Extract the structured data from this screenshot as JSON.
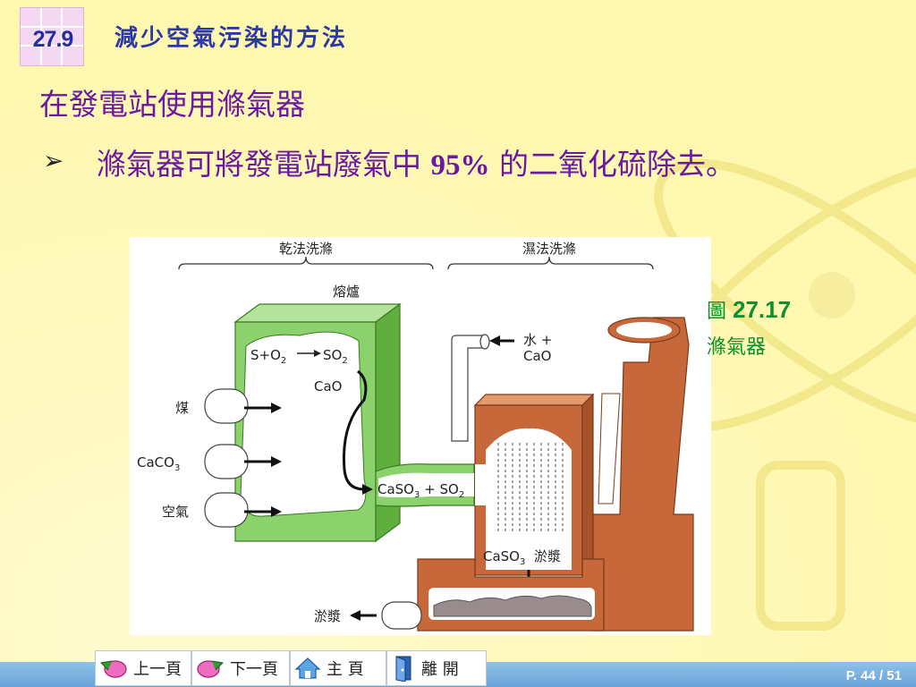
{
  "slide": {
    "section_number": "27.9",
    "section_title": "減少空氣污染的方法",
    "heading": "在發電站使用滌氣器",
    "bullet_before": "滌氣器可將發電站廢氣中 ",
    "bullet_number": "95%",
    "bullet_after": " 的二氧化硫除去。"
  },
  "figure": {
    "caption_prefix": "圖 ",
    "caption_number": "27.17",
    "caption_title": "滌氣器",
    "labels": {
      "dry": "乾法洗滌",
      "wet": "濕法洗滌",
      "furnace": "熔爐",
      "coal": "煤",
      "caco3": "CaCO",
      "caco3_sub": "3",
      "air": "空氣",
      "water": "水 +",
      "cao_top": "CaO",
      "cao": "CaO",
      "slurry_in": "淤漿",
      "slurry_out": "淤漿"
    }
  },
  "nav": {
    "prev": "上一頁",
    "next": "下一頁",
    "home": "主 頁",
    "exit": "離 開"
  },
  "footer": {
    "page": "P. 44 / 51"
  },
  "colors": {
    "accent": "#2c37a8",
    "heading": "#6a1aa0",
    "caption": "#0d8f2d",
    "furnace": "#8bd16c",
    "scrubber": "#c7683a"
  }
}
